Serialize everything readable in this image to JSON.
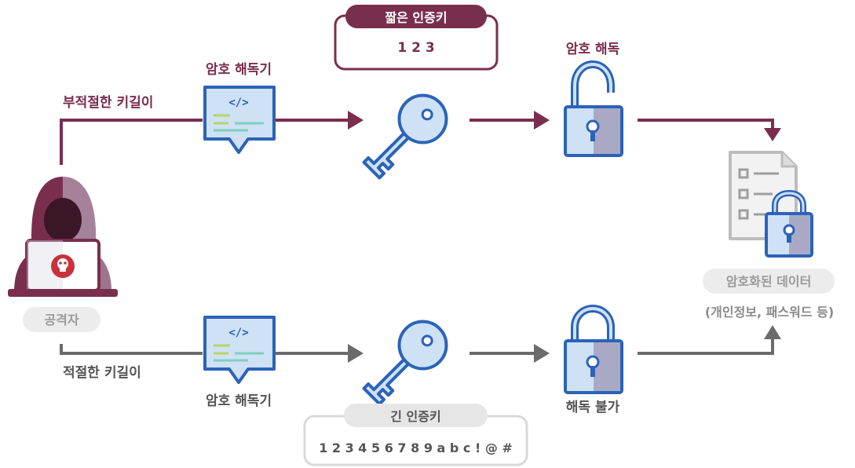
{
  "attacker": {
    "label": "공격자"
  },
  "top_path": {
    "path_label": "부적절한 키길이",
    "decoder_label": "암호 해독기",
    "key_title": "짧은 인증키",
    "key_value": "1 2 3",
    "result_label": "암호 해독"
  },
  "bottom_path": {
    "path_label": "적절한 키길이",
    "decoder_label": "암호 해독기",
    "key_title": "긴 인증키",
    "key_value": "1 2 3 4 5 6 7 8 9 a b c ! @ #",
    "result_label": "해독 불가"
  },
  "target": {
    "label": "암호화된 데이터",
    "sub_label": "(개인정보, 패스워드 등)"
  },
  "code_icon_text": "</>",
  "colors": {
    "maroon": "#7a2e4e",
    "gray": "#6b6b6b",
    "blue_stroke": "#2b63b8",
    "blue_fill": "#cfe1f5",
    "lock_shade": "#a9a9c6",
    "doc_gray": "#cfcfcf",
    "code_green": "#b9d36a",
    "code_teal": "#7fd0bf",
    "hood_dark": "#7a2e4e",
    "hood_light": "#c9c9d9",
    "skull_red": "#c8323a"
  }
}
